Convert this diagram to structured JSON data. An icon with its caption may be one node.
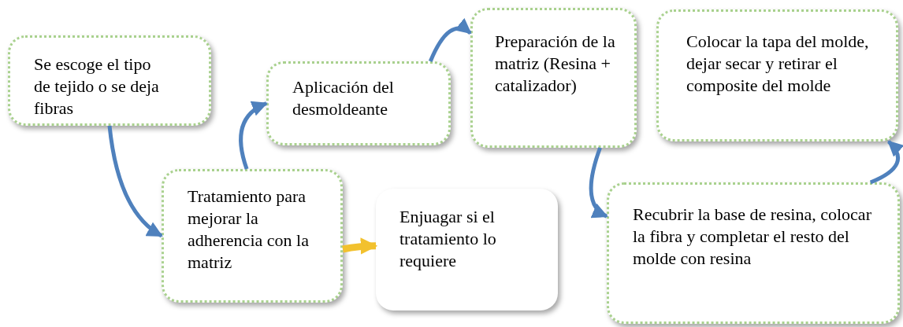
{
  "diagram": {
    "nodes": [
      {
        "text": [
          "Se escoge el tipo de tejido o se deja fibras"
        ]
      },
      {
        "text": [
          "Tratamiento para mejorar la adherencia con la matriz"
        ]
      },
      {
        "text": [
          "Aplicación del desmoldeante"
        ]
      },
      {
        "text": [
          "Enjuagar si el tratamiento lo requiere"
        ]
      },
      {
        "text": [
          "Preparación de la matriz (Resina + catalizador)"
        ]
      },
      {
        "text": [
          "Colocar la tapa del molde, dejar secar y retirar el composite del molde"
        ]
      },
      {
        "text": [
          "Recubrir la base de resina, colocar la fibra y completar el resto del molde con resina"
        ]
      }
    ],
    "edges": [
      {
        "from": 0,
        "to": 1,
        "arrow": "to"
      },
      {
        "from": 1,
        "to": 2,
        "arrow": "to"
      },
      {
        "from": 2,
        "to": 4,
        "arrow": "to"
      },
      {
        "from": 4,
        "to": 6,
        "arrow": "to"
      },
      {
        "from": 6,
        "to": 5,
        "arrow": "to"
      },
      {
        "from": 1,
        "to": 3,
        "arrow": "to",
        "style": "thick",
        "color": "#f2c12e"
      }
    ]
  }
}
